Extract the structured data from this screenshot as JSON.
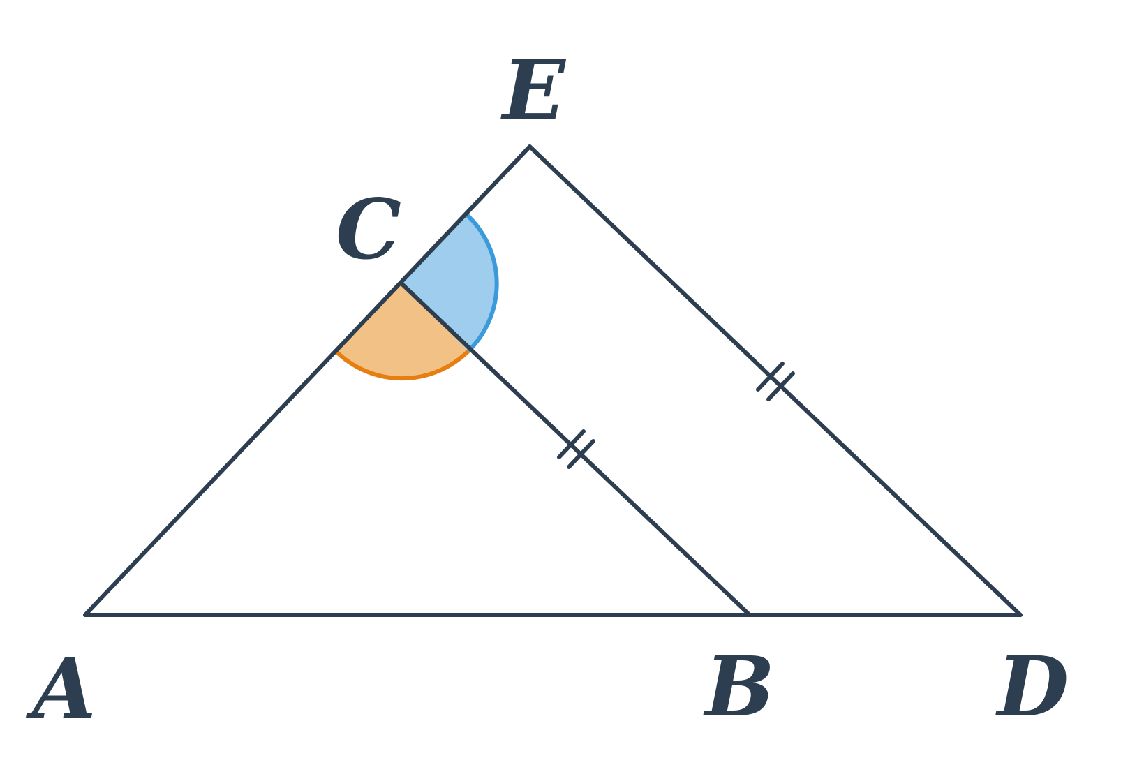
{
  "points": {
    "A": {
      "label": "A"
    },
    "B": {
      "label": "B"
    },
    "C": {
      "label": "C"
    },
    "D": {
      "label": "D"
    },
    "E": {
      "label": "E"
    }
  },
  "segments": [
    [
      "A",
      "E"
    ],
    [
      "E",
      "D"
    ],
    [
      "A",
      "D"
    ],
    [
      "C",
      "B"
    ]
  ],
  "equal_marks": {
    "type": "double-tick",
    "segments": [
      [
        "C",
        "B"
      ],
      [
        "E",
        "D"
      ]
    ]
  },
  "angles": [
    {
      "vertex": "C",
      "between": [
        "E",
        "B"
      ],
      "fill": "#9ecdee",
      "stroke": "#3b9ad9"
    },
    {
      "vertex": "C",
      "between": [
        "B",
        "A"
      ],
      "fill": "#f2c186",
      "stroke": "#e67e10"
    }
  ],
  "colors": {
    "line": "#2d3e50",
    "label": "#2d3e50"
  }
}
